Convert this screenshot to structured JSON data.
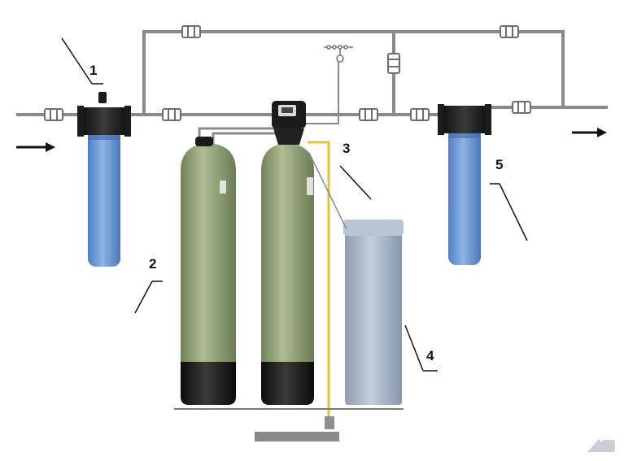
{
  "callouts": {
    "c1": "1",
    "c2": "2",
    "c3": "3",
    "c4": "4",
    "c5": "5"
  },
  "flow": {
    "inlet_arrow_icon": "arrow-right-icon",
    "outlet_arrow_icon": "arrow-right-icon"
  },
  "colors": {
    "pipe": "#8a8a8a",
    "filter_housing": "#6f9ad8",
    "filter_cap": "#1c1c1c",
    "tank_body": "#93a57a",
    "tank_base": "#1a1a1a",
    "brine_tank": "#a9b7c7",
    "drain_line": "#e6c23a",
    "watermark": "#c9cfd6"
  }
}
